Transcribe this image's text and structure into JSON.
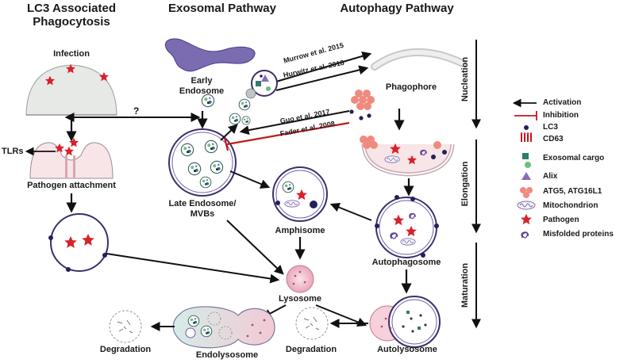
{
  "headers": {
    "lc3_title_line1": "LC3 Associated",
    "lc3_title_line2": "Phagocytosis",
    "exosomal": "Exosomal Pathway",
    "autophagy": "Autophagy Pathway"
  },
  "labels": {
    "infection": "Infection",
    "tlrs": "TLRs",
    "pathogen_attachment": "Pathogen attachment",
    "early_endosome_line1": "Early",
    "early_endosome_line2": "Endosome",
    "late_endosome_line1": "Late Endosome/",
    "late_endosome_line2": "MVBs",
    "amphisome": "Amphisome",
    "lysosome": "Lysosome",
    "endolysosome": "Endolysosome",
    "degradation_left": "Degradation",
    "degradation_right": "Degradation",
    "autolysosome": "Autolysosome",
    "autophagosome": "Autophagosome",
    "phagophore": "Phagophore",
    "question": "?"
  },
  "citations": {
    "murrow": "Murrow et al. 2015",
    "hurwitz": "Hurwitz et al. 2018",
    "guo": "Guo et al. 2017",
    "fader": "Fader et al. 2008"
  },
  "stages": {
    "nucleation": "Nucleation",
    "elongation": "Elongation",
    "maturation": "Maturation"
  },
  "legend": {
    "activation": "Activation",
    "inhibition": "Inhibition",
    "lc3": "LC3",
    "cd63": "CD63",
    "exosomal_cargo": "Exosomal cargo",
    "alix": "Alix",
    "atg": "ATG5, ATG16L1",
    "mitochondrion": "Mitochondrion",
    "pathogen": "Pathogen",
    "misfolded": "Misfolded proteins"
  },
  "colors": {
    "arrow": "#111111",
    "inhibition": "#c0191d",
    "membrane": "#3d2e6b",
    "lc3": "#24205a",
    "pathogen": "#d9212a",
    "endosome_fill": "#7b6bb0",
    "cargo_green": "#6cbf7a",
    "cargo_teal": "#2f7d6a",
    "atg": "#f08a7e",
    "lysosome_fill": "#f3c6d3",
    "cell_fill": "#e6e9e6"
  }
}
